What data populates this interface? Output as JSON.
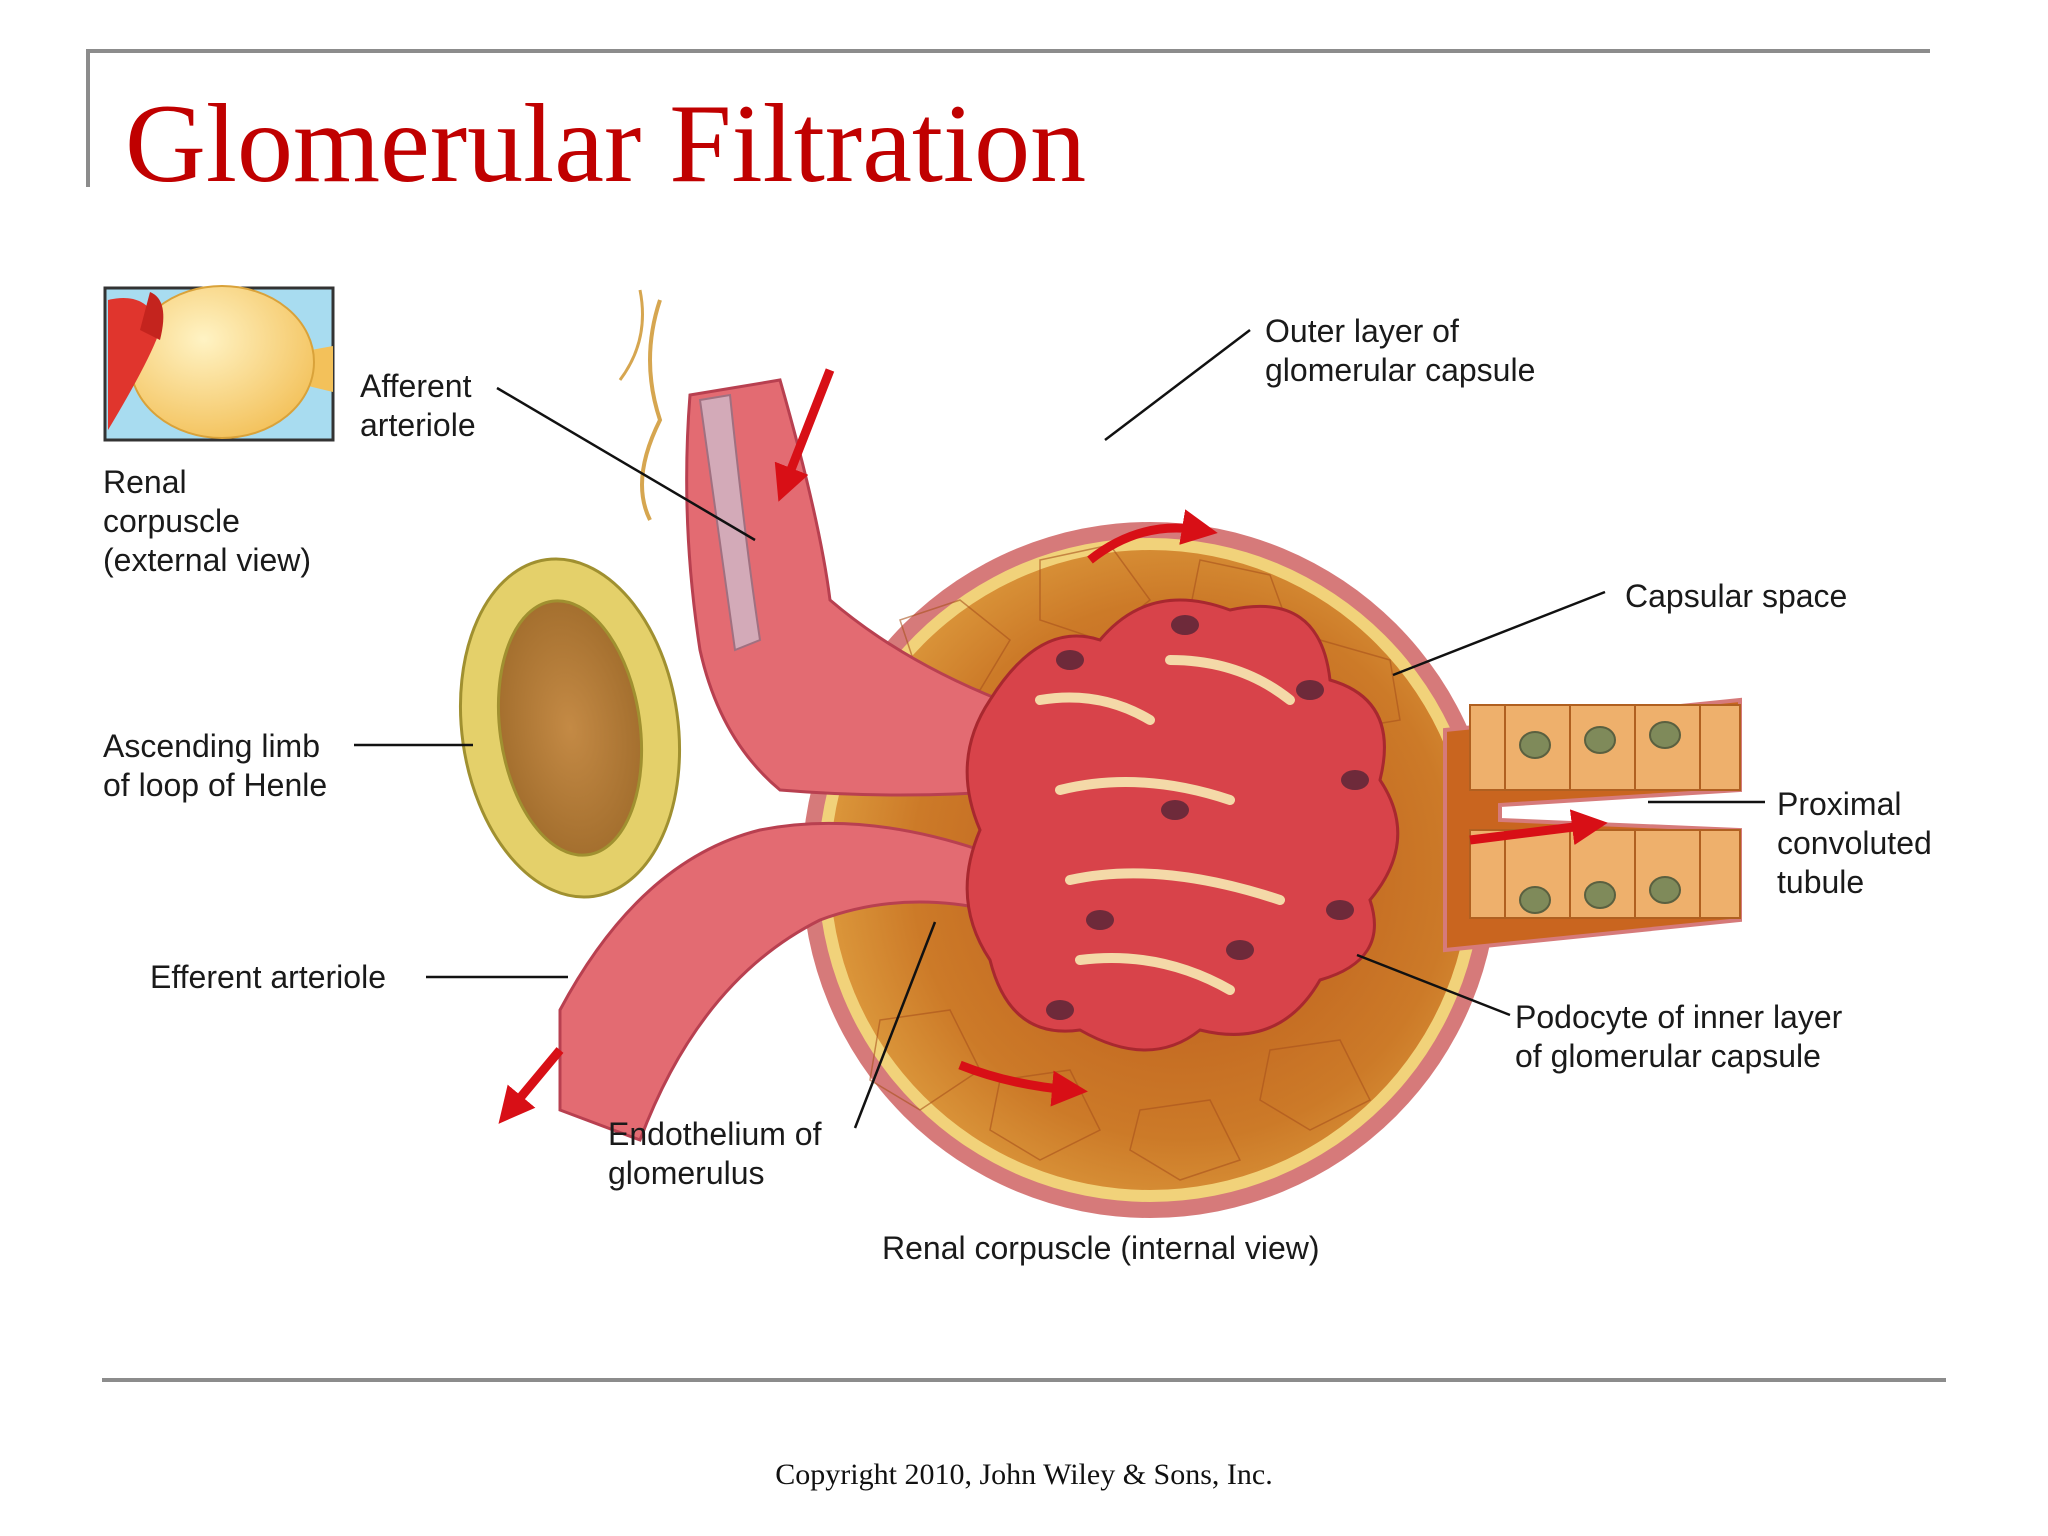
{
  "slide": {
    "title": "Glomerular Filtration",
    "copyright": "Copyright 2010, John Wiley & Sons, Inc."
  },
  "diagram": {
    "caption": "Renal corpuscle (internal view)",
    "labels": {
      "external_view": [
        "Renal",
        "corpuscle",
        "(external view)"
      ],
      "afferent": [
        "Afferent",
        "arteriole"
      ],
      "ascending_limb": [
        "Ascending limb",
        "of loop of Henle"
      ],
      "efferent": [
        "Efferent arteriole"
      ],
      "endothelium": [
        "Endothelium of",
        "glomerulus"
      ],
      "outer_layer": [
        "Outer layer of",
        "glomerular capsule"
      ],
      "capsular_space": [
        "Capsular space"
      ],
      "proximal": [
        "Proximal",
        "convoluted",
        "tubule"
      ],
      "podocyte": [
        "Podocyte of inner layer",
        "of glomerular capsule"
      ]
    }
  },
  "colors": {
    "title": "#c00000",
    "arrow": "#d80f16",
    "capsule": "#c9651f",
    "glomerulus": "#d8434a",
    "tubule": "#e9a85e"
  }
}
